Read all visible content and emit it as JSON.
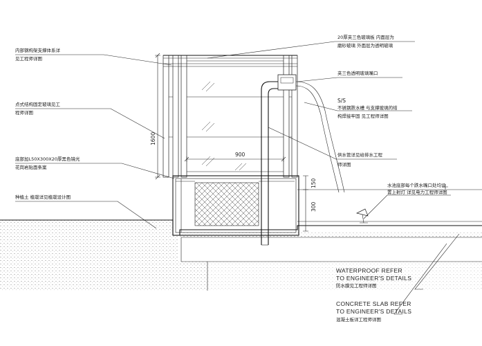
{
  "labels": {
    "left": [
      {
        "lines": [
          "内部钢构架支撑体系详",
          "见工程师详图"
        ]
      },
      {
        "lines": [
          "点式结构固定玻璃见工",
          "程师详图"
        ]
      },
      {
        "lines": [
          "底部加L50X300X20厚黑色镜光",
          "花岗岩贴面条案"
        ]
      },
      {
        "lines": [
          "种植土 植栽详见植栽设计图"
        ]
      }
    ],
    "right_top": [
      {
        "lines": [
          "20厚夹三色玻璃板 内面层为",
          "磨砂玻璃 外面层为透明玻璃"
        ]
      },
      {
        "lines": [
          "夹三色透明玻璃嘴口"
        ]
      },
      {
        "lines": [
          "S/S",
          "不锈钢跌水槽 与支撑玻璃的结",
          "构焊接牢固 见工程师详图"
        ]
      },
      {
        "lines": [
          "供水管详见给排水工程",
          "师详图"
        ]
      }
    ],
    "right_mid": [
      {
        "lines": [
          "水池底部每个跌水嘴口处均设",
          "置上射灯 详见电力工程师详图"
        ]
      }
    ],
    "right_bottom": [
      {
        "lines": [
          "WATERPROOF REFER",
          "TO ENGINEER'S DETAILS"
        ],
        "cn": "防水膜见工程师详图"
      },
      {
        "lines": [
          "CONCRETE SLAB REFER",
          "TO ENGINEER'S DETAILS"
        ],
        "cn": "混凝土板详工程师详图"
      }
    ]
  },
  "dimensions": {
    "height_total": "1600",
    "width": "900",
    "height_upper": "150",
    "height_lower": "300"
  }
}
